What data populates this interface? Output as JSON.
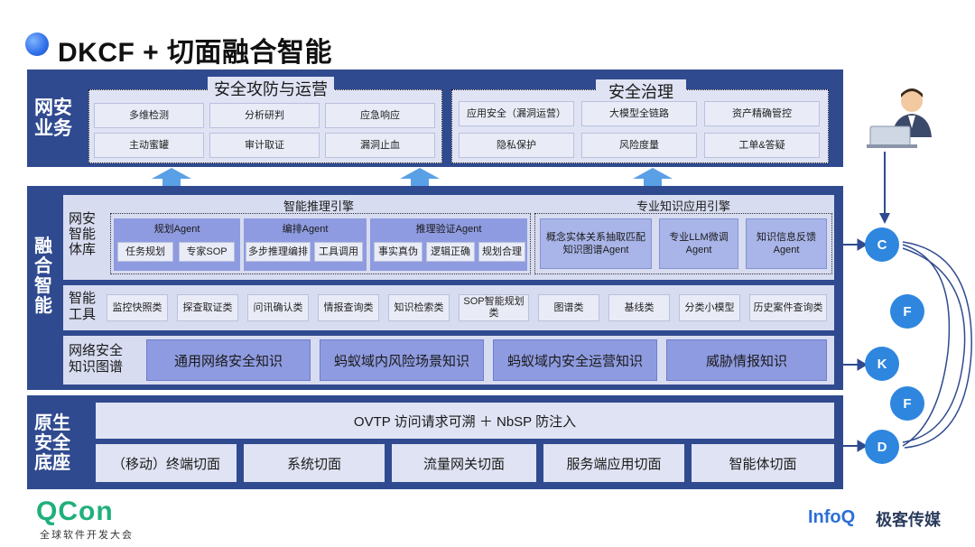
{
  "title": "DKCF + 切面融合智能",
  "service_layer": {
    "label": "网安\n业务",
    "attack_defense": {
      "title": "安全攻防与运营",
      "items": [
        "多维检测",
        "分析研判",
        "应急响应",
        "主动蜜罐",
        "审计取证",
        "漏洞止血"
      ]
    },
    "governance": {
      "title": "安全治理",
      "items": [
        "应用安全（漏洞运营）",
        "大模型全链路",
        "资产精确管控",
        "隐私保护",
        "风险度量",
        "工单&答疑"
      ]
    }
  },
  "fusion_layer": {
    "label": "融\n合\n智\n能",
    "agent_lib": {
      "label": "网安\n智能\n体库",
      "reasoning_title": "智能推理引擎",
      "expert_title": "专业知识应用引擎",
      "groups": [
        {
          "title": "规划Agent",
          "items": [
            "任务规划",
            "专家SOP"
          ]
        },
        {
          "title": "编排Agent",
          "items": [
            "多步推理编排",
            "工具调用"
          ]
        },
        {
          "title": "推理验证Agent",
          "items": [
            "事实真伪",
            "逻辑正确",
            "规划合理"
          ]
        }
      ],
      "expert_items": [
        "概念实体关系抽取匹配\n知识图谱Agent",
        "专业LLM微调\nAgent",
        "知识信息反馈\nAgent"
      ]
    },
    "tools": {
      "label": "智能\n工具",
      "items": [
        "监控快照类",
        "探查取证类",
        "问讯确认类",
        "情报查询类",
        "知识检索类",
        "SOP智能规划\n类",
        "图谱类",
        "基线类",
        "分类小模型",
        "历史案件查询类"
      ]
    },
    "kg": {
      "label": "网络安全\n知识图谱",
      "items": [
        "通用网络安全知识",
        "蚂蚁域内风险场景知识",
        "蚂蚁域内安全运营知识",
        "威胁情报知识"
      ]
    }
  },
  "base_layer": {
    "label": "原生\n安全\n底座",
    "top_bar": "OVTP 访问请求可溯 ＋ NbSP 防注入",
    "items": [
      "（移动）终端切面",
      "系统切面",
      "流量网关切面",
      "服务端应用切面",
      "智能体切面"
    ]
  },
  "loop": {
    "nodes": [
      "C",
      "F",
      "K",
      "F",
      "D"
    ]
  },
  "footer": {
    "logo_main": "QCon",
    "logo_sub": "全球软件开发大会",
    "brand_a": "InfoQ",
    "brand_b": "极客传媒"
  },
  "colors": {
    "panel": "#2f4a8f",
    "node": "#2e86de",
    "arrow": "#5aa0e6"
  }
}
